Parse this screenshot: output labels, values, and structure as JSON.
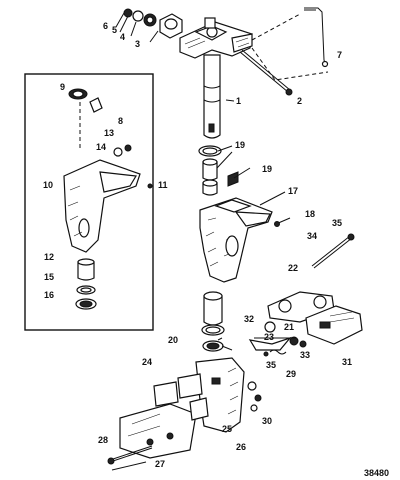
{
  "diagram": {
    "drawing_number": "38480",
    "callouts": [
      {
        "id": "c1",
        "text": "1"
      },
      {
        "id": "c2",
        "text": "2"
      },
      {
        "id": "c3",
        "text": "3"
      },
      {
        "id": "c4",
        "text": "4"
      },
      {
        "id": "c5",
        "text": "5"
      },
      {
        "id": "c6",
        "text": "6"
      },
      {
        "id": "c7",
        "text": "7"
      },
      {
        "id": "c8",
        "text": "8"
      },
      {
        "id": "c9",
        "text": "9"
      },
      {
        "id": "c10",
        "text": "10"
      },
      {
        "id": "c11",
        "text": "11"
      },
      {
        "id": "c12",
        "text": "12"
      },
      {
        "id": "c13",
        "text": "13"
      },
      {
        "id": "c14",
        "text": "14"
      },
      {
        "id": "c15",
        "text": "15"
      },
      {
        "id": "c16",
        "text": "16"
      },
      {
        "id": "c17",
        "text": "17"
      },
      {
        "id": "c18",
        "text": "18"
      },
      {
        "id": "c19a",
        "text": "19"
      },
      {
        "id": "c19b",
        "text": "19"
      },
      {
        "id": "c20",
        "text": "20"
      },
      {
        "id": "c21",
        "text": "21"
      },
      {
        "id": "c22",
        "text": "22"
      },
      {
        "id": "c23",
        "text": "23"
      },
      {
        "id": "c24",
        "text": "24"
      },
      {
        "id": "c25",
        "text": "25"
      },
      {
        "id": "c26",
        "text": "26"
      },
      {
        "id": "c27",
        "text": "27"
      },
      {
        "id": "c28",
        "text": "28"
      },
      {
        "id": "c29",
        "text": "29"
      },
      {
        "id": "c30",
        "text": "30"
      },
      {
        "id": "c31",
        "text": "31"
      },
      {
        "id": "c32",
        "text": "32"
      },
      {
        "id": "c33",
        "text": "33"
      },
      {
        "id": "c34",
        "text": "34"
      },
      {
        "id": "c35a",
        "text": "35"
      },
      {
        "id": "c35b",
        "text": "35"
      }
    ]
  }
}
